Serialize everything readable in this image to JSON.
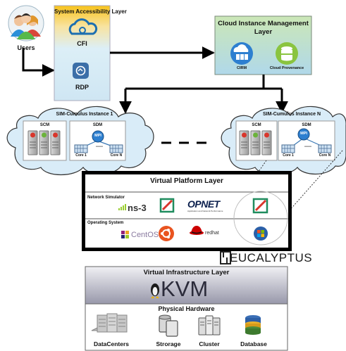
{
  "users": {
    "label": "Users"
  },
  "access_layer": {
    "title": "System Accessibility Layer",
    "cfi_label": "CFI",
    "rdp_label": "RDP"
  },
  "cloud_mgmt": {
    "title_line1": "Cloud Instance Management",
    "title_line2": "Layer",
    "cirm_label": "CIRM",
    "provenance_label": "Cloud Provenance"
  },
  "instance_1": {
    "title": "SIM-Cumulus Instance 1",
    "scm_label": "SCM",
    "sdm_label": "SDM",
    "mpi_label": "MPI",
    "core_a": "Core 1",
    "core_dots": "-----",
    "core_b": "Core N"
  },
  "instance_n": {
    "title": "SIM-Cumulus Instance N",
    "scm_label": "SCM",
    "sdm_label": "SDM",
    "mpi_label": "MPI",
    "core_a": "Core 1",
    "core_dots": "-----",
    "core_b": "Core N"
  },
  "virtual_platform": {
    "title": "Virtual Platform Layer",
    "net_sim_label": "Network Simulator",
    "ns3_label": "ns-3",
    "opnet_label": "OPNET",
    "opnet_sub": "Application and Network Performance",
    "os_label": "Operating System",
    "centos_label": "CentOS",
    "redhat_label": "redhat"
  },
  "eucalyptus": {
    "label": "EUCALYPTUS"
  },
  "virtual_infra": {
    "title": "Virtual Infrastructure Layer",
    "kvm_label": "KVM"
  },
  "physical": {
    "title": "Physical Hardware",
    "datacenters": "DataCenters",
    "storage": "Strorage",
    "cluster": "Cluster",
    "database": "Database"
  },
  "colors": {
    "access_top": "#f5c518",
    "access_bottom": "#d6ecf7",
    "mgmt_top": "#c7e6b5",
    "mgmt_bottom": "#b7dbe9",
    "cloud_fill": "#d9ecf8",
    "platform_bg": "#000000",
    "infra_top": "#e7e7ec",
    "infra_bottom": "#9d9dad",
    "blue_icon": "#2d7fd0",
    "green_icon": "#8ac43f",
    "arrow": "#000000"
  }
}
